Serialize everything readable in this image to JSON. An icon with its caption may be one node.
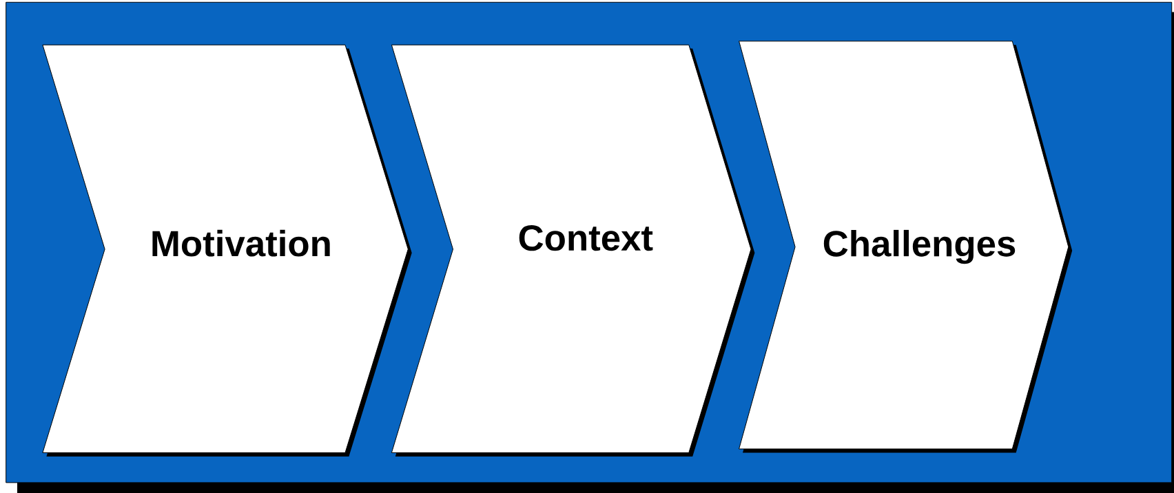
{
  "diagram": {
    "nodes": [
      {
        "text": [
          "Motivation"
        ]
      },
      {
        "text": [
          "Context"
        ]
      },
      {
        "text": [
          "Challenges"
        ]
      }
    ]
  }
}
